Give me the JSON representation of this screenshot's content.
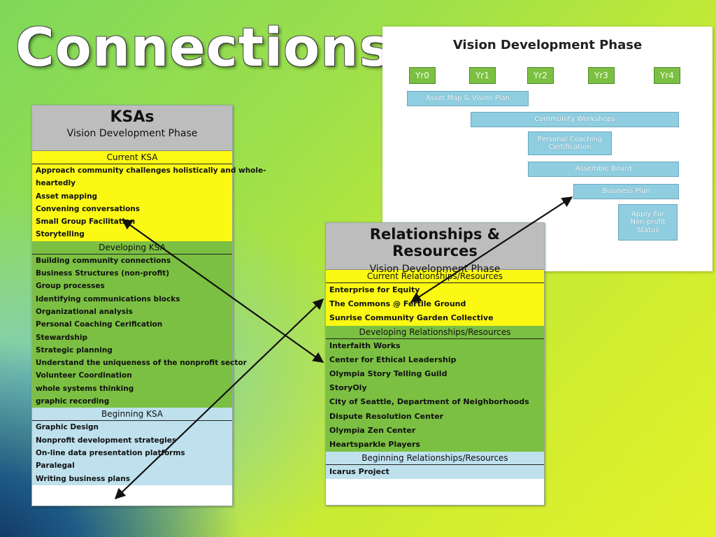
{
  "title": "Connections",
  "ksa": {
    "title": "KSAs",
    "subtitle": "Vision Development Phase",
    "current": {
      "heading": "Current KSA",
      "items": [
        "Approach community challenges holistically and whole-",
        "heartedly",
        "Asset mapping",
        "Convening conversations",
        "Small Group Facilitation",
        "Storytelling"
      ]
    },
    "developing": {
      "heading": "Developing KSA",
      "items": [
        "Building community connections",
        "Business Structures (non-profit)",
        "Group processes",
        "Identifying communications blocks",
        "Organizational analysis",
        "Personal Coaching Cerification",
        "Stewardship",
        "Strategic planning",
        "Understand the uniqueness of the nonprofit sector",
        "Volunteer Coordination",
        "whole systems thinking",
        "graphic recording"
      ]
    },
    "beginning": {
      "heading": "Beginning KSA",
      "items": [
        "Graphic Design",
        "Nonprofit development strategies",
        "On-line data presentation platforms",
        "Paralegal",
        "Writing business plans"
      ]
    }
  },
  "relationships": {
    "title": "Relationships & Resources",
    "subtitle": "Vision Development Phase",
    "current": {
      "heading": "Current Relationships/Resources",
      "items": [
        "Enterprise for Equity",
        "The Commons @ Fertile Ground",
        "Sunrise Community Garden Collective"
      ]
    },
    "developing": {
      "heading": "Developing Relationships/Resources",
      "items": [
        "Interfaith Works",
        "Center for Ethical Leadership",
        "Olympia Story Telling Guild",
        "StoryOly",
        "City of Seattle, Department of Neighborhoods",
        "Dispute Resolution Center",
        "Olympia Zen Center",
        "Heartsparkle Players"
      ]
    },
    "beginning": {
      "heading": "Beginning Relationships/Resources",
      "items": [
        "Icarus Project"
      ]
    }
  },
  "timeline": {
    "title": "Vision Development Phase",
    "years": [
      "Yr0",
      "Yr1",
      "Yr2",
      "Yr3",
      "Yr4"
    ],
    "bars": [
      "Asset Map & Vision Plan",
      "Community Workshops",
      "Personal Coaching Certification",
      "Assemble Board",
      "Business Plan",
      "Apply For Non-profit Status"
    ]
  },
  "colors": {
    "current": "#fbf814",
    "developing": "#7bc042",
    "beginning": "#bfe1ee",
    "header": "#bdbdbd",
    "bar": "#8fcde0",
    "year": "#7bc042"
  }
}
